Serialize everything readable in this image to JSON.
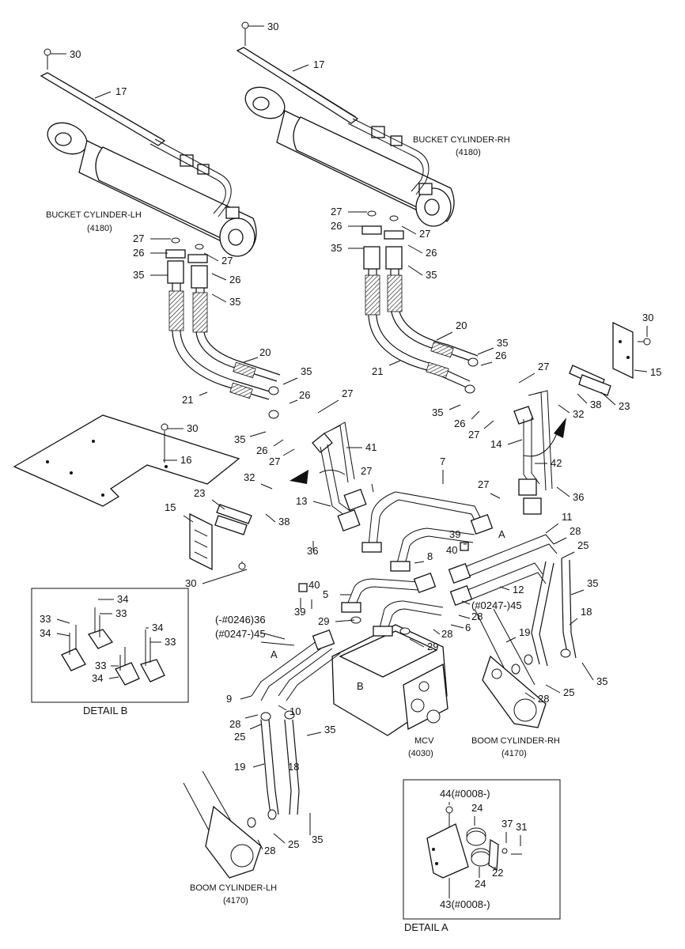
{
  "assemblies": {
    "bucket_lh": {
      "title": "BUCKET CYLINDER-LH",
      "code": "(4180)"
    },
    "bucket_rh": {
      "title": "BUCKET CYLINDER-RH",
      "code": "(4180)"
    },
    "boom_lh": {
      "title": "BOOM CYLINDER-LH",
      "code": "(4170)"
    },
    "boom_rh": {
      "title": "BOOM CYLINDER-RH",
      "code": "(4170)"
    },
    "mcv": {
      "title": "MCV",
      "code": "(4030)"
    }
  },
  "details": {
    "a": {
      "caption": "DETAIL A"
    },
    "b": {
      "caption": "DETAIL B"
    }
  },
  "letters": {
    "a": "A",
    "b": "B"
  },
  "callouts": [
    {
      "id": "c1",
      "text": "30"
    },
    {
      "id": "c2",
      "text": "17"
    },
    {
      "id": "c3",
      "text": "30"
    },
    {
      "id": "c4",
      "text": "17"
    },
    {
      "id": "c5",
      "text": "27"
    },
    {
      "id": "c6",
      "text": "26"
    },
    {
      "id": "c7",
      "text": "27"
    },
    {
      "id": "c8",
      "text": "35"
    },
    {
      "id": "c9",
      "text": "26"
    },
    {
      "id": "c10",
      "text": "35"
    },
    {
      "id": "c11",
      "text": "27"
    },
    {
      "id": "c12",
      "text": "26"
    },
    {
      "id": "c13",
      "text": "27"
    },
    {
      "id": "c14",
      "text": "35"
    },
    {
      "id": "c15",
      "text": "26"
    },
    {
      "id": "c16",
      "text": "35"
    },
    {
      "id": "c17",
      "text": "20"
    },
    {
      "id": "c18",
      "text": "21"
    },
    {
      "id": "c19",
      "text": "35"
    },
    {
      "id": "c20",
      "text": "26"
    },
    {
      "id": "c21",
      "text": "27"
    },
    {
      "id": "c22",
      "text": "35"
    },
    {
      "id": "c23",
      "text": "26"
    },
    {
      "id": "c24",
      "text": "27"
    },
    {
      "id": "c25",
      "text": "41"
    },
    {
      "id": "c26",
      "text": "30"
    },
    {
      "id": "c27",
      "text": "16"
    },
    {
      "id": "c28",
      "text": "32"
    },
    {
      "id": "c29",
      "text": "38"
    },
    {
      "id": "c30",
      "text": "23"
    },
    {
      "id": "c31",
      "text": "15"
    },
    {
      "id": "c32",
      "text": "30"
    },
    {
      "id": "c33",
      "text": "13"
    },
    {
      "id": "c34",
      "text": "36"
    },
    {
      "id": "c35",
      "text": "27"
    },
    {
      "id": "c36",
      "text": "20"
    },
    {
      "id": "c37",
      "text": "21"
    },
    {
      "id": "c38",
      "text": "35"
    },
    {
      "id": "c39",
      "text": "26"
    },
    {
      "id": "c40",
      "text": "27"
    },
    {
      "id": "c41",
      "text": "35"
    },
    {
      "id": "c42",
      "text": "26"
    },
    {
      "id": "c43",
      "text": "27"
    },
    {
      "id": "c44",
      "text": "30"
    },
    {
      "id": "c45",
      "text": "15"
    },
    {
      "id": "c46",
      "text": "23"
    },
    {
      "id": "c47",
      "text": "38"
    },
    {
      "id": "c48",
      "text": "32"
    },
    {
      "id": "c49",
      "text": "14"
    },
    {
      "id": "c50",
      "text": "42"
    },
    {
      "id": "c51",
      "text": "27"
    },
    {
      "id": "c52",
      "text": "36"
    },
    {
      "id": "c53",
      "text": "7"
    },
    {
      "id": "c54",
      "text": "11"
    },
    {
      "id": "c55",
      "text": "28"
    },
    {
      "id": "c56",
      "text": "25"
    },
    {
      "id": "c57",
      "text": "39"
    },
    {
      "id": "c58",
      "text": "40"
    },
    {
      "id": "c59",
      "text": "8"
    },
    {
      "id": "c60",
      "text": "12"
    },
    {
      "id": "c61",
      "text": "35"
    },
    {
      "id": "c62",
      "text": "18"
    },
    {
      "id": "c63",
      "text": "5"
    },
    {
      "id": "c64",
      "text": "40"
    },
    {
      "id": "c65",
      "text": "39"
    },
    {
      "id": "c66",
      "text": "(#0247-)45"
    },
    {
      "id": "c67",
      "text": "28"
    },
    {
      "id": "c68",
      "text": "6"
    },
    {
      "id": "c69",
      "text": "29"
    },
    {
      "id": "c70",
      "text": "28"
    },
    {
      "id": "c71",
      "text": "29"
    },
    {
      "id": "c72",
      "text": "(-#0246)36"
    },
    {
      "id": "c73",
      "text": "(#0247-)45"
    },
    {
      "id": "c74",
      "text": "19"
    },
    {
      "id": "c75",
      "text": "28"
    },
    {
      "id": "c76",
      "text": "25"
    },
    {
      "id": "c77",
      "text": "35"
    },
    {
      "id": "c78",
      "text": "9"
    },
    {
      "id": "c79",
      "text": "10"
    },
    {
      "id": "c80",
      "text": "28"
    },
    {
      "id": "c81",
      "text": "25"
    },
    {
      "id": "c82",
      "text": "35"
    },
    {
      "id": "c83",
      "text": "19"
    },
    {
      "id": "c84",
      "text": "18"
    },
    {
      "id": "c85",
      "text": "28"
    },
    {
      "id": "c86",
      "text": "25"
    },
    {
      "id": "c87",
      "text": "35"
    },
    {
      "id": "c88",
      "text": "34"
    },
    {
      "id": "c89",
      "text": "33"
    },
    {
      "id": "c90",
      "text": "33"
    },
    {
      "id": "c91",
      "text": "34"
    },
    {
      "id": "c92",
      "text": "34"
    },
    {
      "id": "c93",
      "text": "33"
    },
    {
      "id": "c94",
      "text": "33"
    },
    {
      "id": "c95",
      "text": "34"
    },
    {
      "id": "c96",
      "text": "44(#0008-)"
    },
    {
      "id": "c97",
      "text": "24"
    },
    {
      "id": "c98",
      "text": "37"
    },
    {
      "id": "c99",
      "text": "31"
    },
    {
      "id": "c100",
      "text": "24"
    },
    {
      "id": "c101",
      "text": "22"
    },
    {
      "id": "c102",
      "text": "43(#0008-)"
    }
  ]
}
